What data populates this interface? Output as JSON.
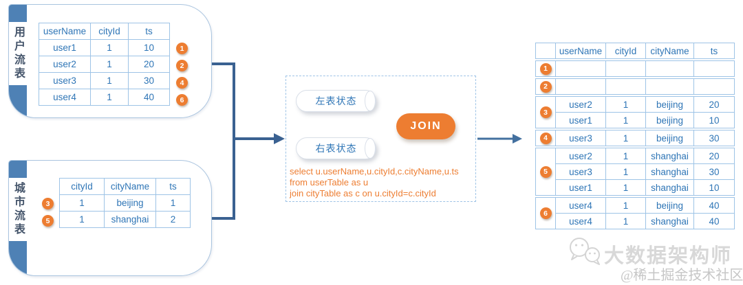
{
  "panels": {
    "user": {
      "title": "用户流表",
      "columns": [
        "userName",
        "cityId",
        "ts"
      ],
      "rows": [
        [
          "user1",
          "1",
          "10"
        ],
        [
          "user2",
          "1",
          "20"
        ],
        [
          "user3",
          "1",
          "30"
        ],
        [
          "user4",
          "1",
          "40"
        ]
      ],
      "badges": [
        "1",
        "2",
        "4",
        "6"
      ]
    },
    "city": {
      "title": "城市流表",
      "columns": [
        "cityId",
        "cityName",
        "ts"
      ],
      "rows": [
        [
          "1",
          "beijing",
          "1"
        ],
        [
          "1",
          "shanghai",
          "2"
        ]
      ],
      "badges": [
        "3",
        "5"
      ]
    }
  },
  "join_box": {
    "left_state_label": "左表状态",
    "right_state_label": "右表状态",
    "join_label": "JOIN",
    "sql_lines": [
      "select u.userName,u.cityId,c.cityName,u.ts",
      "from userTable as u",
      "join cityTable as c on u.cityId=c.cityId"
    ]
  },
  "result_table": {
    "columns": [
      "",
      "userName",
      "cityId",
      "cityName",
      "ts"
    ],
    "groups": [
      {
        "badge": "1",
        "rows": [
          [
            "",
            "",
            "",
            ""
          ]
        ]
      },
      {
        "badge": "2",
        "rows": [
          [
            "",
            "",
            "",
            ""
          ]
        ]
      },
      {
        "badge": "3",
        "rows": [
          [
            "user2",
            "1",
            "beijing",
            "20"
          ],
          [
            "user1",
            "1",
            "beijing",
            "10"
          ]
        ]
      },
      {
        "badge": "4",
        "rows": [
          [
            "user3",
            "1",
            "beijing",
            "30"
          ]
        ]
      },
      {
        "badge": "5",
        "rows": [
          [
            "user2",
            "1",
            "shanghai",
            "20"
          ],
          [
            "user3",
            "1",
            "shanghai",
            "30"
          ],
          [
            "user1",
            "1",
            "shanghai",
            "10"
          ]
        ]
      },
      {
        "badge": "6",
        "rows": [
          [
            "user4",
            "1",
            "beijing",
            "40"
          ],
          [
            "user4",
            "1",
            "shanghai",
            "40"
          ]
        ]
      }
    ]
  },
  "watermark": {
    "brand": "大数据架构师",
    "community": "@稀土掘金技术社区"
  },
  "colors": {
    "accent_orange": "#ED7D31",
    "table_text_blue": "#2E75B6",
    "table_border_blue": "#9DC3E6",
    "tab_blue": "#4E81B5",
    "arrow_blue": "#3A6191",
    "panel_title_text": "#44546A",
    "watermark_gray": "#D8D8D8"
  }
}
